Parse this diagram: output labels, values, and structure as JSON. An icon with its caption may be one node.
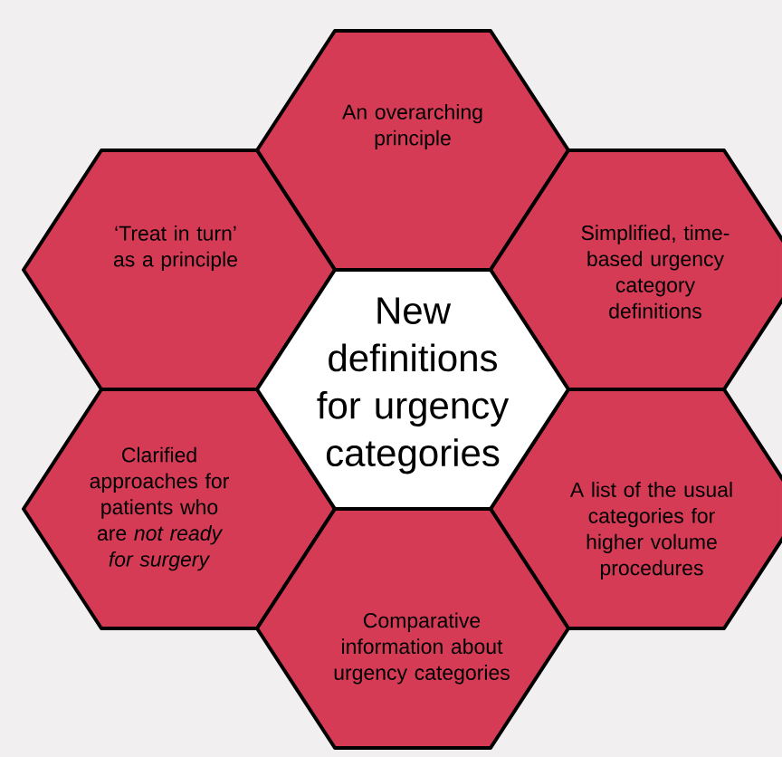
{
  "diagram": {
    "nodes": [
      {
        "text": [
          "New definitions for urgency categories"
        ]
      },
      {
        "text": [
          "An overarching principle"
        ]
      },
      {
        "text": [
          "‘Treat in turn’ as a principle"
        ]
      },
      {
        "text": [
          "Simplified, time-based urgency category definitions"
        ]
      },
      {
        "text": [
          "Clarified approaches for patients who are *not ready for surgery*"
        ]
      },
      {
        "text": [
          "A list of the usual categories for higher volume procedures"
        ]
      },
      {
        "text": [
          "Comparative information about urgency categories"
        ]
      }
    ]
  }
}
